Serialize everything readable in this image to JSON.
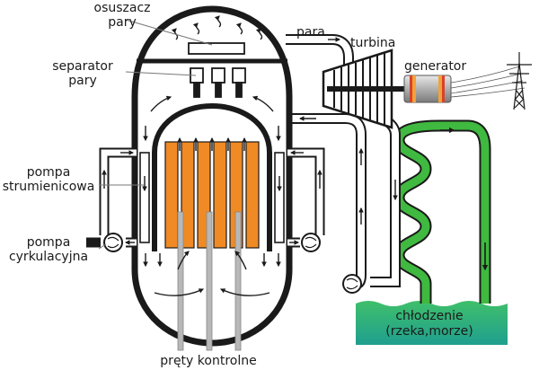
{
  "labels": {
    "dryer_line1": "osuszacz",
    "dryer_line2": "pary",
    "steam": "para",
    "turbine": "turbina",
    "generator": "generator",
    "separator_line1": "separator",
    "separator_line2": "pary",
    "jet_pump_line1": "pompa",
    "jet_pump_line2": "strumienicowa",
    "recirc_pump_line1": "pompa",
    "recirc_pump_line2": "cyrkulacyjna",
    "cooling_line1": "chłodzenie",
    "cooling_line2": "(rzeka,morze)",
    "control_rods": "pręty kontrolne"
  },
  "colors": {
    "vessel_outline": "#1a1a1a",
    "fuel": "#f08a24",
    "cooling_pipe": "#3fb93f",
    "cooling_water_top": "#3fbf6a",
    "cooling_water_bottom": "#1f9f8f",
    "control_rod": "#b8b8b8",
    "generator_body": "#c8c8c8",
    "generator_coil": "#f2a23a"
  },
  "icons": {
    "turbine": "turbine-icon",
    "generator": "generator-icon",
    "power_tower": "power-tower-icon",
    "pump": "pump-icon"
  }
}
